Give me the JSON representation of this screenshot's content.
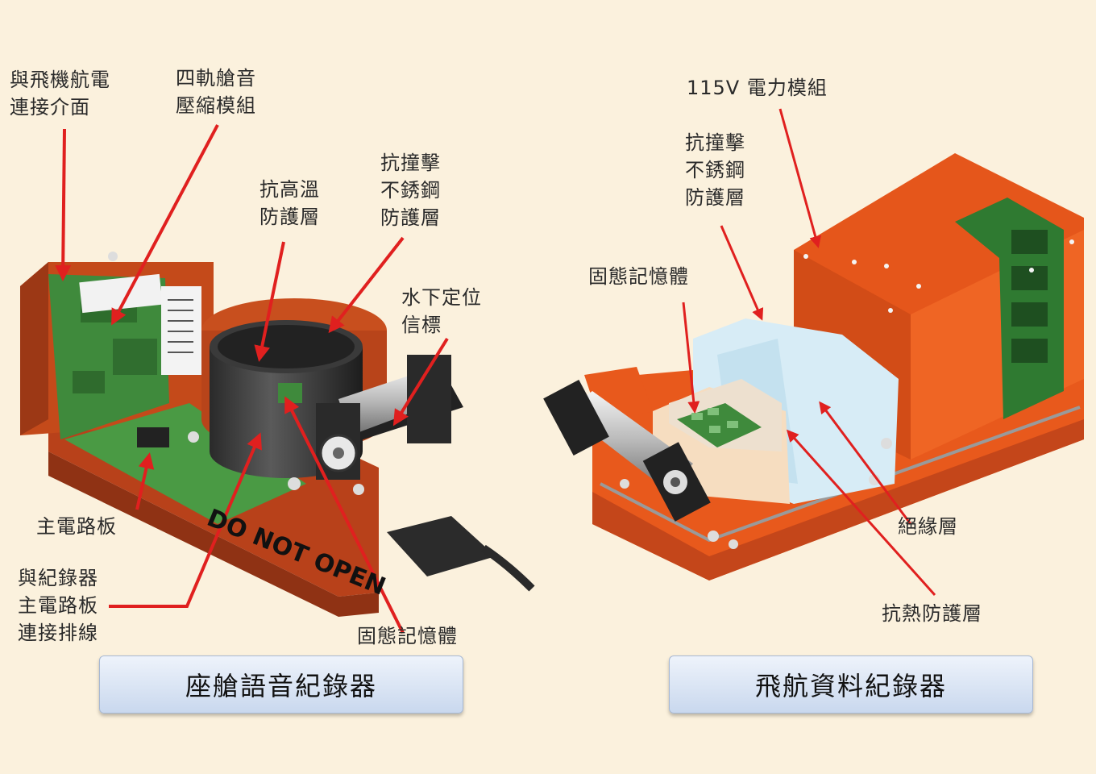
{
  "labels": {
    "aircraft_interface": [
      "與飛機航電",
      "連接介面"
    ],
    "audio_compression": [
      "四軌艙音",
      "壓縮模組"
    ],
    "high_temp_shield": [
      "抗高溫",
      "防護層"
    ],
    "crash_steel_left": [
      "抗撞擊",
      "不銹鋼",
      "防護層"
    ],
    "underwater_beacon": [
      "水下定位",
      "信標"
    ],
    "main_board": [
      "主電路板"
    ],
    "ribbon_cable": [
      "與紀錄器",
      "主電路板",
      "連接排線"
    ],
    "ssd_left": [
      "固態記憶體"
    ],
    "power_module": [
      "115V 電力模組"
    ],
    "crash_steel_right": [
      "抗撞擊",
      "不銹鋼",
      "防護層"
    ],
    "ssd_right": [
      "固態記憶體"
    ],
    "insulation": [
      "絕緣層"
    ],
    "heat_shield": [
      "抗熱防護層"
    ]
  },
  "device_text": "DO NOT OPEN",
  "captions": {
    "cvr": "座艙語音紀錄器",
    "fdr": "飛航資料紀錄器"
  },
  "colors": {
    "arrow": "#e0201f",
    "orange": "#e8591c",
    "orange_dark": "#b8411a",
    "pcb": "#3f8a3c",
    "background": "#fbf1dd"
  }
}
